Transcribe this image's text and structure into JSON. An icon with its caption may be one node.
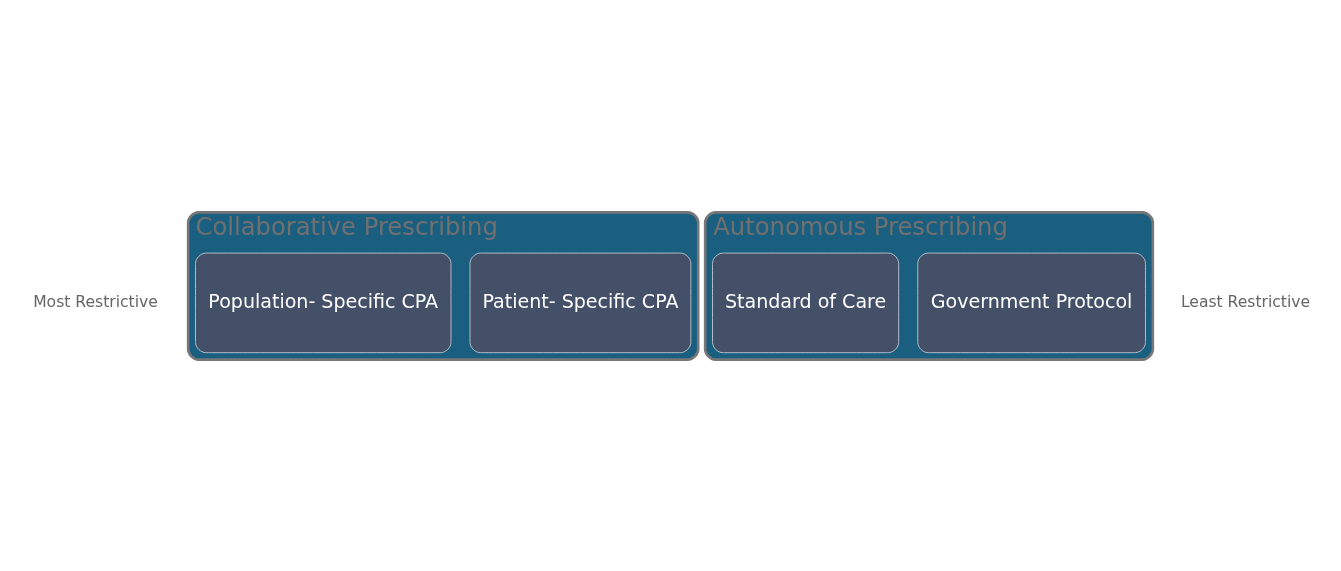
{
  "diagram": {
    "nodes": [
      {
        "text": [
          "Collaborative Prescribing"
        ]
      },
      {
        "text": [
          "Patient- Specific CPA"
        ],
        "in": 0
      },
      {
        "text": [
          "Population- Specific CPA"
        ],
        "in": 0
      },
      {
        "text": [
          "Autonomous Prescribing"
        ]
      },
      {
        "text": [
          "Government Protocol"
        ],
        "in": 3
      },
      {
        "text": [
          "Standard of Care"
        ],
        "in": 3
      }
    ],
    "labels": [
      "Most Restrictive",
      "Least Restrictive"
    ]
  }
}
